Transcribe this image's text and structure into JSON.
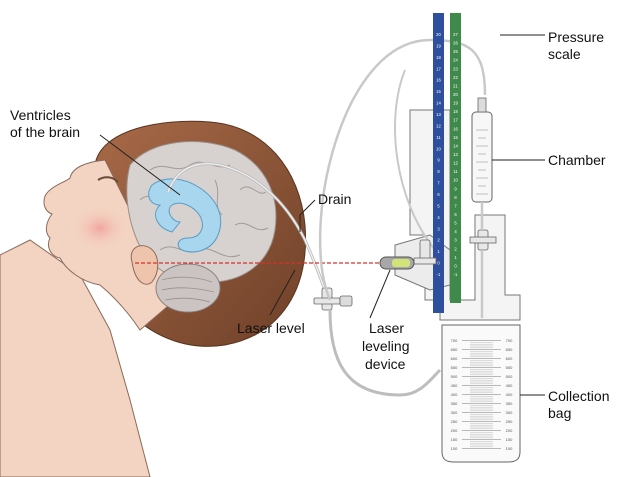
{
  "labels": {
    "ventricles_line1": "Ventricles",
    "ventricles_line2": "of the brain",
    "drain": "Drain",
    "pressure_line1": "Pressure",
    "pressure_line2": "scale",
    "chamber": "Chamber",
    "laser_level": "Laser level",
    "laser_device_line1": "Laser",
    "laser_device_line2": "leveling",
    "laser_device_line3": "device",
    "collection_line1": "Collection",
    "collection_line2": "bag"
  },
  "scales": {
    "blue_ticks": [
      "20",
      "19",
      "18",
      "17",
      "16",
      "15",
      "14",
      "13",
      "12",
      "11",
      "10",
      "9",
      "8",
      "7",
      "6",
      "5",
      "4",
      "3",
      "2",
      "1",
      "0",
      "-1"
    ],
    "green_ticks": [
      "27",
      "26",
      "25",
      "24",
      "23",
      "22",
      "21",
      "20",
      "19",
      "18",
      "17",
      "16",
      "15",
      "14",
      "13",
      "12",
      "11",
      "10",
      "9",
      "8",
      "7",
      "6",
      "5",
      "4",
      "3",
      "2",
      "1",
      "0",
      "-1"
    ],
    "bag_ticks": [
      "700",
      "650",
      "600",
      "550",
      "500",
      "450",
      "400",
      "350",
      "300",
      "250",
      "200",
      "150",
      "100"
    ]
  },
  "colors": {
    "blue_scale": "#2e4f9e",
    "green_scale": "#3f8a4a",
    "ventricles": "#a8d6ee",
    "laser": "#d9302b",
    "skin": "#f3d3c1",
    "brain": "#d7d2d0"
  }
}
